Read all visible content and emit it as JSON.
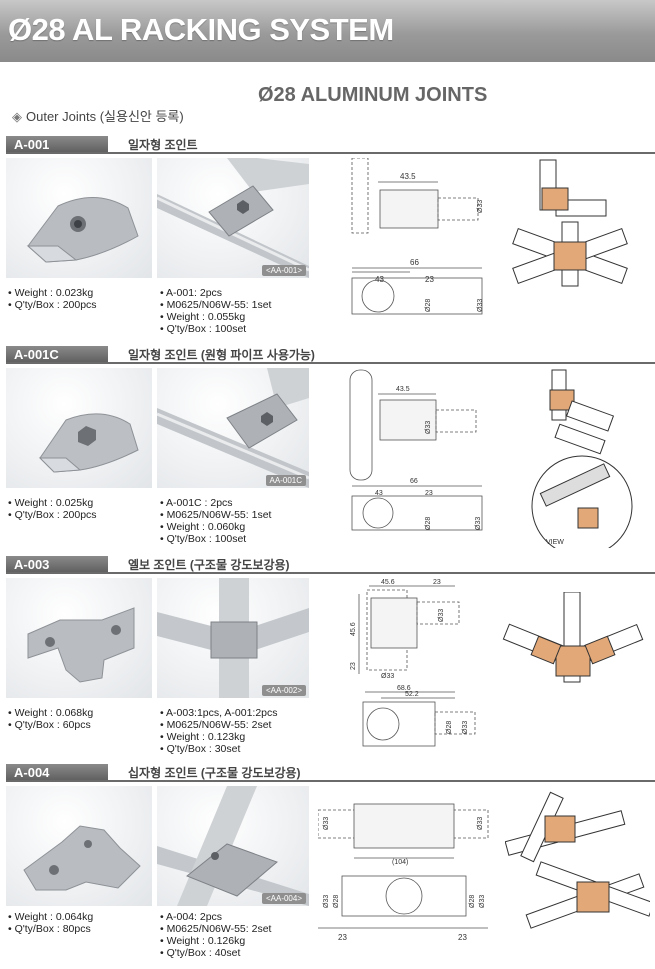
{
  "header": {
    "title": "Ø28 AL RACKING SYSTEM"
  },
  "main_title": "Ø28 ALUMINUM JOINTS",
  "subtitle": {
    "text": "Outer Joints (실용신안 등록)",
    "bullet": "◈"
  },
  "products": [
    {
      "code": "A-001",
      "name_kr": "일자형 조인트",
      "photo_tag": "<AA-001>",
      "specs_left": [
        "• Weight : 0.023kg",
        "• Q'ty/Box : 200pcs"
      ],
      "specs_right": [
        "• A-001: 2pcs",
        "• M0625/N06W-55: 1set",
        "• Weight : 0.055kg",
        "• Q'ty/Box : 100set"
      ],
      "dims": [
        "43.5",
        "Ø33",
        "66",
        "43",
        "23",
        "Ø28",
        "Ø33"
      ]
    },
    {
      "code": "A-001C",
      "name_kr": "일자형 조인트 (원형 파이프 사용가능)",
      "photo_tag": "AA-001C",
      "specs_left": [
        "• Weight : 0.025kg",
        "• Q'ty/Box : 200pcs"
      ],
      "specs_right": [
        "• A-001C : 2pcs",
        "• M0625/N06W-55: 1set",
        "• Weight : 0.060kg",
        "• Q'ty/Box : 100set"
      ],
      "dims": [
        "43.5",
        "Ø33",
        "66",
        "43",
        "23",
        "Ø28",
        "Ø33"
      ],
      "view_label": "VIEW"
    },
    {
      "code": "A-003",
      "name_kr": "엘보 조인트 (구조물 강도보강용)",
      "photo_tag": "<AA-002>",
      "specs_left": [
        "• Weight : 0.068kg",
        "• Q'ty/Box : 60pcs"
      ],
      "specs_right": [
        "• A-003:1pcs, A-001:2pcs",
        "• M0625/N06W-55: 2set",
        "• Weight : 0.123kg",
        "• Q'ty/Box : 30set"
      ],
      "dims": [
        "45.6",
        "23",
        "45.6",
        "23",
        "Ø33",
        "Ø33",
        "68.6",
        "52.2",
        "Ø28",
        "Ø33"
      ]
    },
    {
      "code": "A-004",
      "name_kr": "십자형 조인트 (구조물 강도보강용)",
      "photo_tag": "<AA-004>",
      "specs_left": [
        "• Weight : 0.064kg",
        "• Q'ty/Box : 80pcs"
      ],
      "specs_right": [
        "• A-004: 2pcs",
        "• M0625/N06W-55: 2set",
        "• Weight : 0.126kg",
        "• Q'ty/Box : 40set"
      ],
      "dims": [
        "Ø33",
        "Ø33",
        "(104)",
        "Ø33",
        "Ø28",
        "Ø28",
        "Ø33",
        "23",
        "23"
      ]
    }
  ],
  "colors": {
    "header": "#9a9a9a",
    "tab": "#6a6a6a",
    "copper": "#e3a878",
    "metal": "#c9ccd0"
  }
}
